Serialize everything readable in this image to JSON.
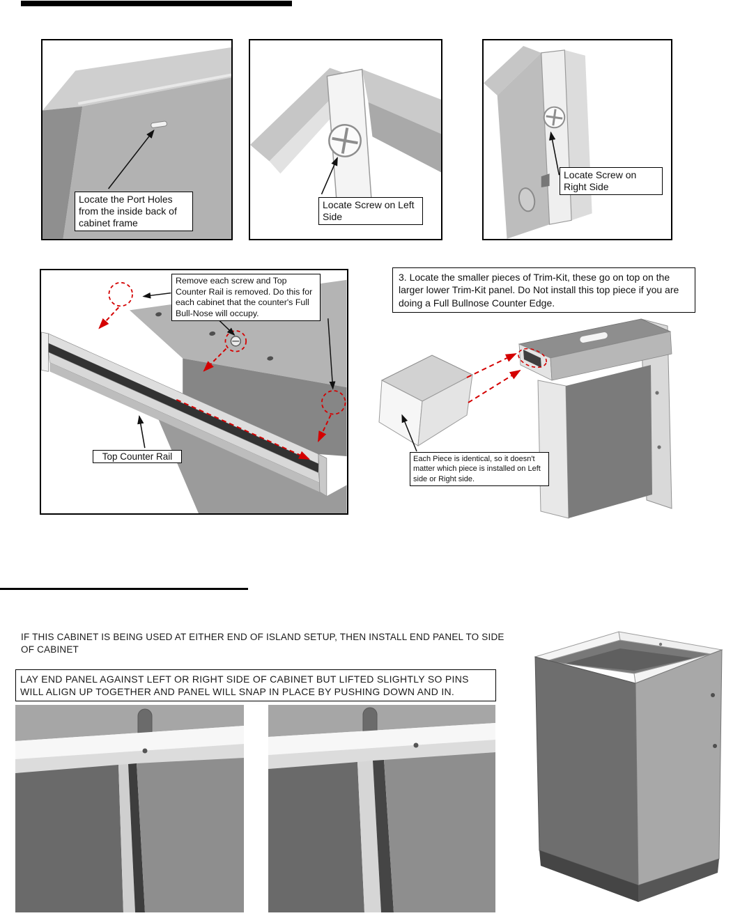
{
  "colors": {
    "annotation_red": "#cc0000",
    "rule_black": "#000000",
    "illustration_gray": "#b2b2b2",
    "rail_channel_dark": "#323232"
  },
  "section1": {
    "panel_port_holes": {
      "callout": "Locate the Port Holes from the inside back of cabinet frame"
    },
    "panel_screw_left": {
      "callout": "Locate Screw on Left Side"
    },
    "panel_screw_right": {
      "callout": "Locate Screw on Right Side"
    },
    "rail_removal": {
      "callout": "Remove each screw and Top Counter Rail is removed. Do this for each cabinet that the counter's Full Bull-Nose will occupy.",
      "rail_label": "Top Counter Rail"
    },
    "trim_kit": {
      "step_text": "3. Locate the smaller pieces of Trim-Kit, these go on top on the larger lower Trim-Kit panel. Do Not install this top piece if you are doing a Full Bullnose Counter Edge.",
      "note": "Each Piece is identical, so it doesn't matter which piece is installed on Left side or Right side."
    }
  },
  "section2": {
    "intro_text": "IF THIS CABINET IS BEING USED AT EITHER END OF ISLAND SETUP, THEN INSTALL END PANEL TO SIDE OF CABINET",
    "boxed_text": "LAY END PANEL AGAINST LEFT OR RIGHT SIDE OF CABINET BUT LIFTED SLIGHTLY SO PINS WILL ALIGN UP TOGETHER AND PANEL WILL SNAP IN PLACE BY PUSHING DOWN AND IN."
  }
}
